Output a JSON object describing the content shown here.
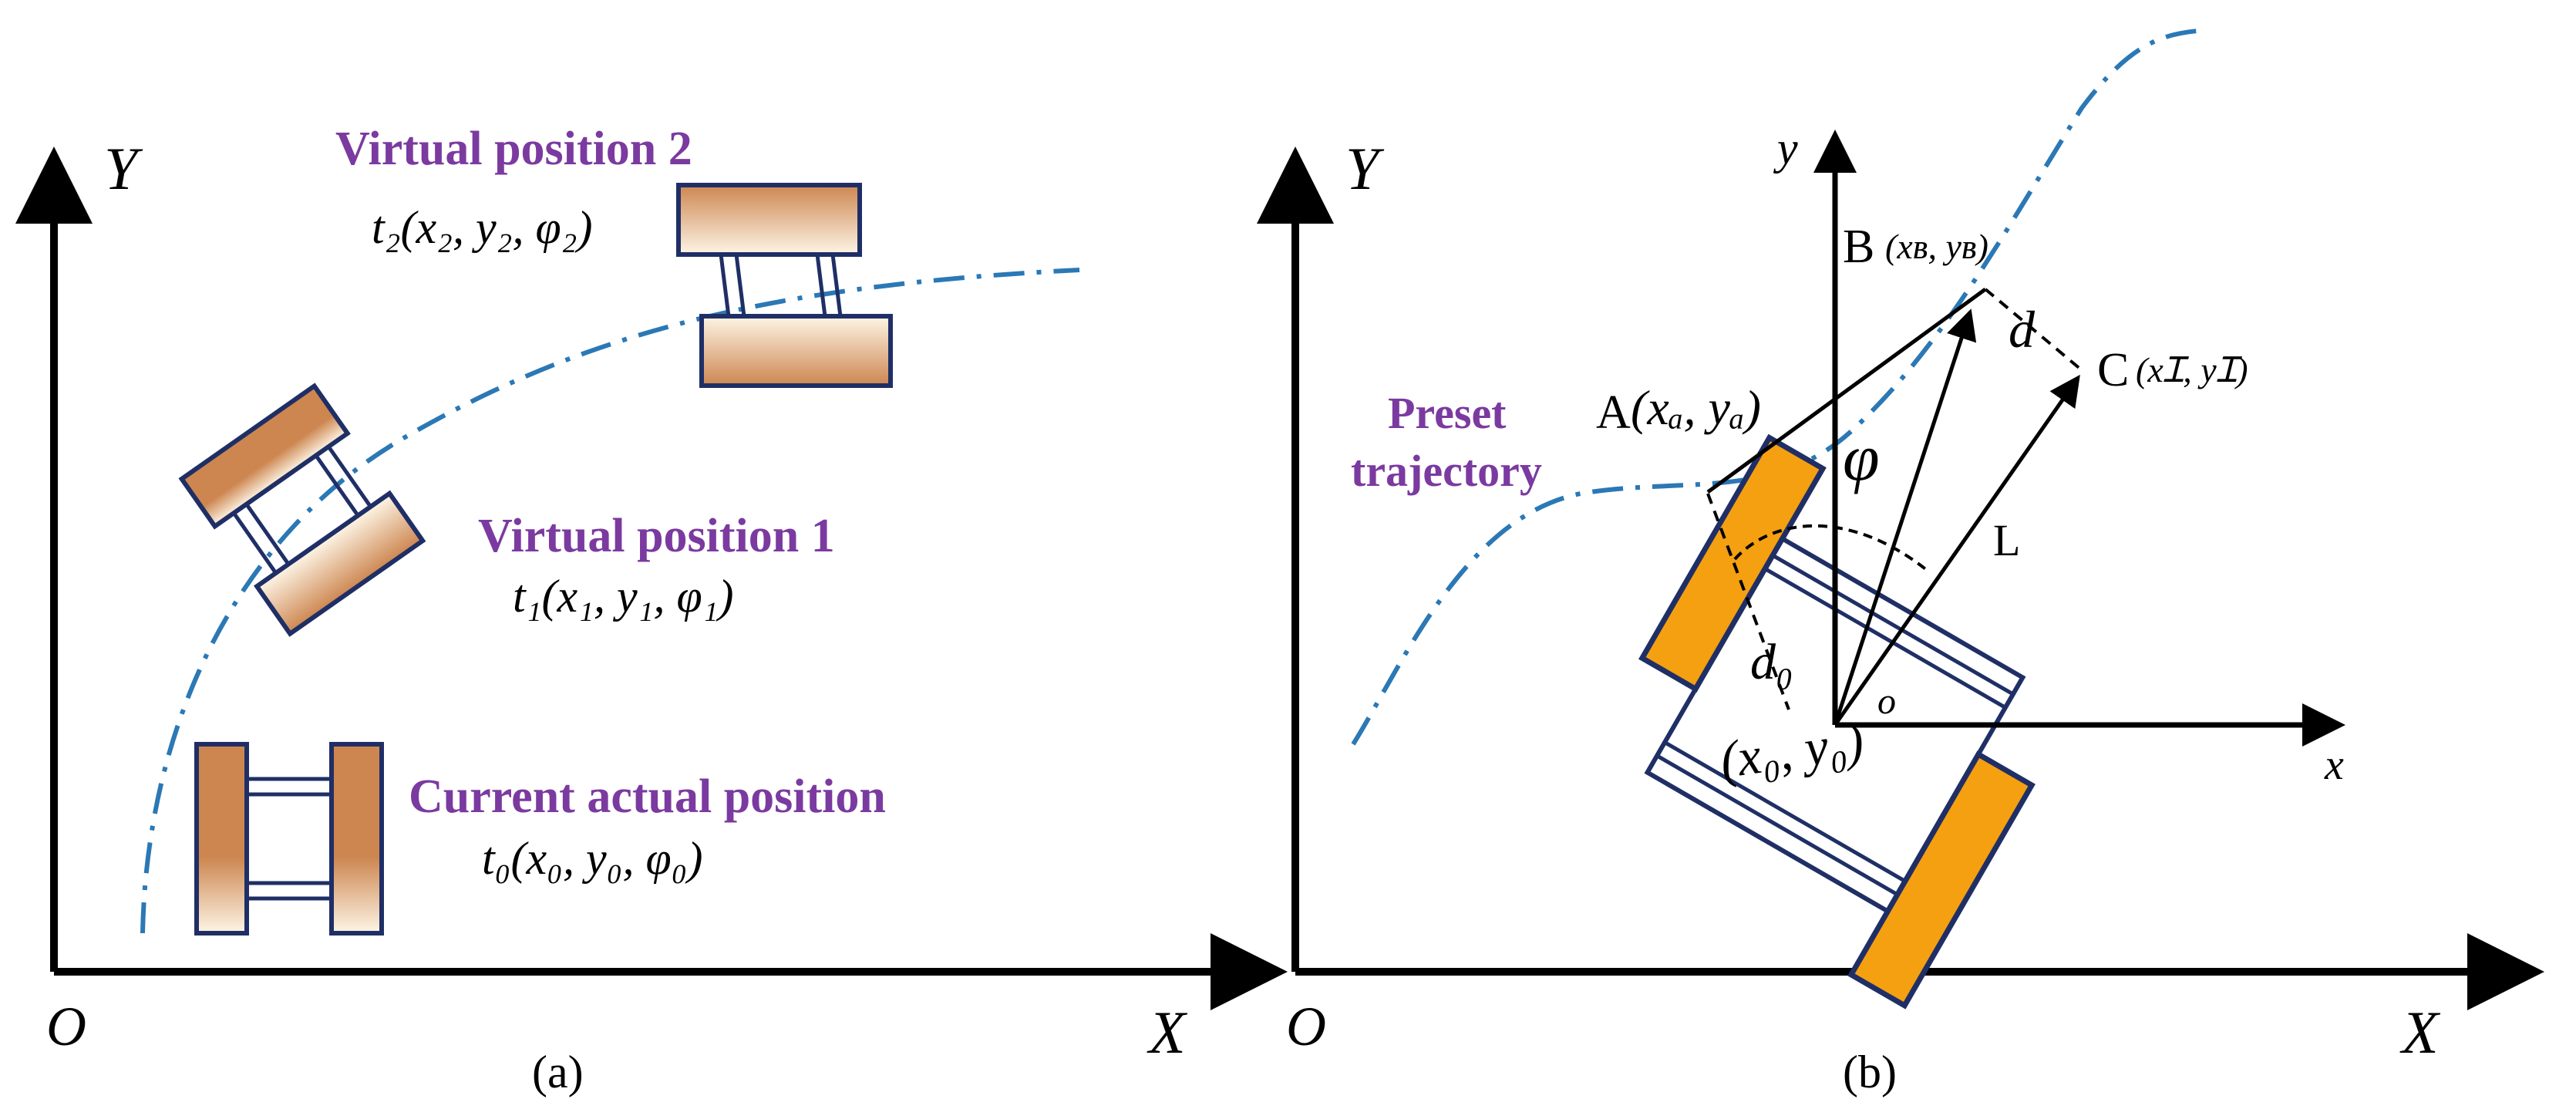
{
  "colors": {
    "axis": "#000000",
    "trajectory": "#2b78b5",
    "label_purple": "#7b3aa0",
    "vehicle_outline": "#1f2f66",
    "wheel_light_start": "#fdf5e6",
    "wheel_light_end": "#cd8650",
    "wheel_orange": "#f5a011"
  },
  "panel_a": {
    "axis_x": "X",
    "axis_y": "Y",
    "origin": "O",
    "caption": "(a)",
    "virtual_position_2": {
      "title": "Virtual position 2",
      "formula": "t₂(x₂, y₂, φ₂)"
    },
    "virtual_position_1": {
      "title": "Virtual position 1",
      "formula": "t₁(x₁, y₁, φ₁)"
    },
    "current_position": {
      "title": "Current actual position",
      "formula": "t₀(x₀, y₀, φ₀)"
    }
  },
  "panel_b": {
    "axis_x": "X",
    "axis_y": "Y",
    "origin": "O",
    "caption": "(b)",
    "local_x": "x",
    "local_y": "y",
    "local_origin": "o",
    "trajectory_label_1": "Preset",
    "trajectory_label_2": "trajectory",
    "point_a_letter": "A",
    "point_a_coords": "(xₐ, yₐ)",
    "point_b_letter": "B",
    "point_b_coords": "(xʙ, yʙ)",
    "point_c_letter": "C",
    "point_c_coords": "(xꞮ, yꞮ)",
    "distance_d": "d",
    "distance_d0": "d₀",
    "angle_phi": "φ",
    "length_l": "L",
    "center_coords": "(x₀, y₀)"
  }
}
